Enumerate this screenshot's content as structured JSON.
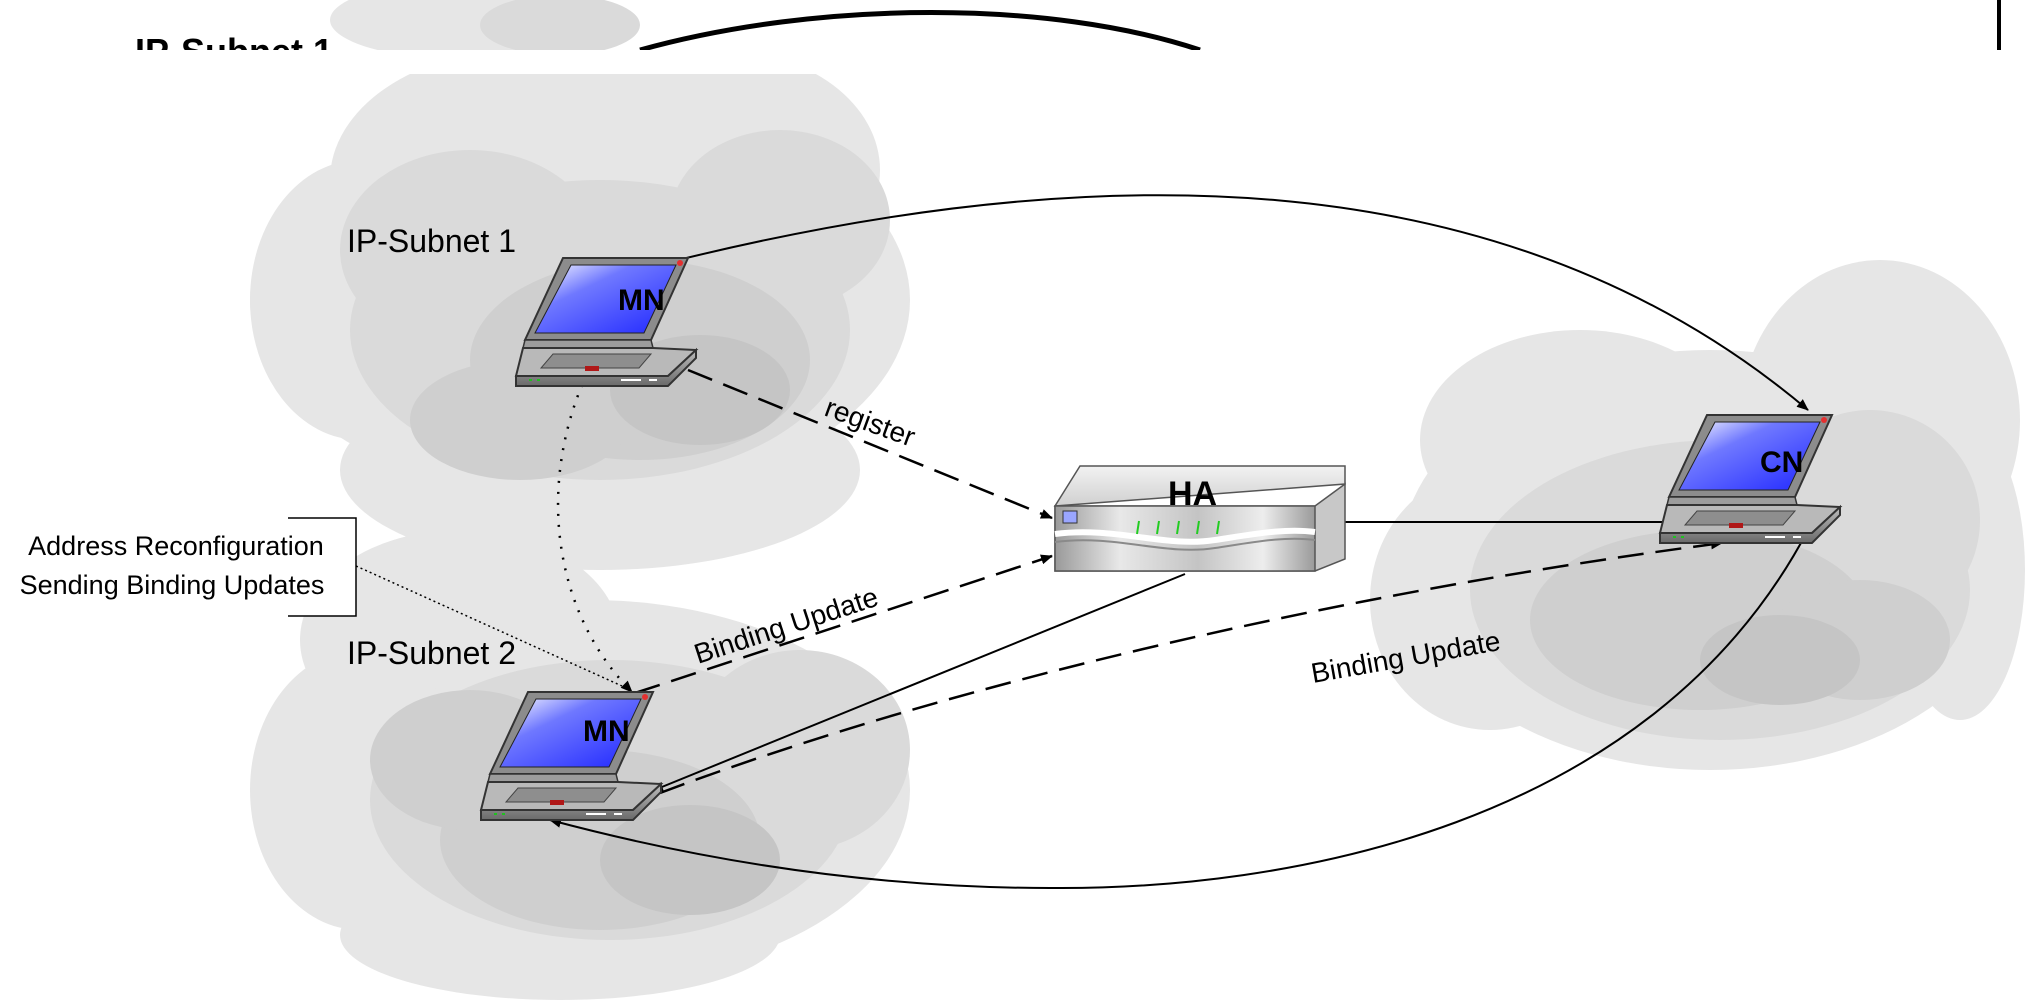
{
  "top_fragment": {
    "label": "IP-Subnet 1"
  },
  "subnets": [
    {
      "label": "IP-Subnet 1"
    },
    {
      "label": "IP-Subnet 2"
    }
  ],
  "nodes": {
    "mn_top": {
      "label": "MN"
    },
    "mn_bottom": {
      "label": "MN"
    },
    "cn": {
      "label": "CN"
    },
    "ha": {
      "label": "HA"
    }
  },
  "arrows": {
    "register": "register",
    "binding_update_ha": "Binding Update",
    "binding_update_cn": "Binding Update"
  },
  "callout": {
    "line1": "Address Reconfiguration",
    "line2": "Sending Binding Updates"
  },
  "colors": {
    "screen_blue": "#1f26ff",
    "cloud_gray": "#d8d8d8",
    "ha_led": "#22cc22"
  }
}
